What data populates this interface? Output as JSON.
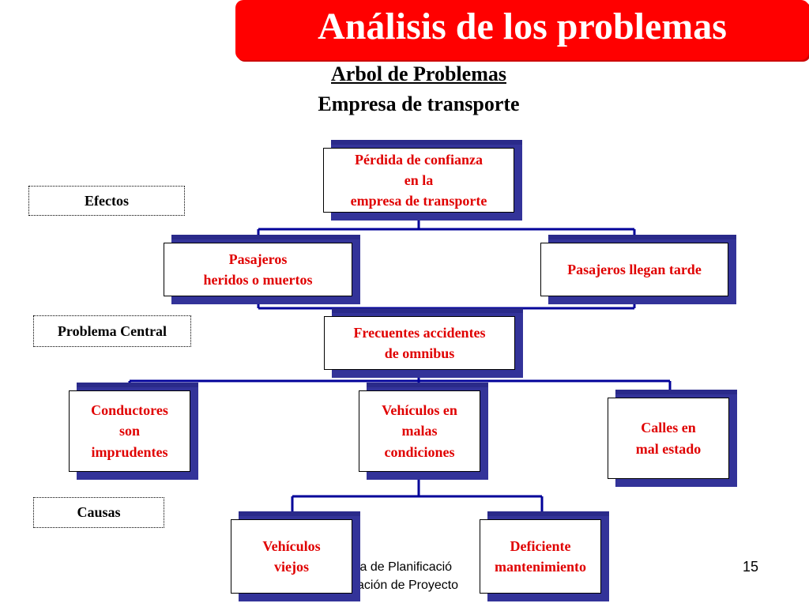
{
  "title": "Análisis de los problemas",
  "subtitle_line1": "Arbol de Problemas",
  "subtitle_line2": "Empresa de transporte",
  "labels": {
    "effects": "Efectos",
    "central": "Problema Central",
    "causes": "Causas"
  },
  "nodes": {
    "top_effect": "Pérdida de confianza\nen la\nempresa de transporte",
    "effect_left": "Pasajeros\nheridos o muertos",
    "effect_right": "Pasajeros llegan tarde",
    "central": "Frecuentes accidentes\nde omnibus",
    "cause_left": "Conductores\nson\nimprudentes",
    "cause_mid": "Vehículos en\nmalas\ncondiciones",
    "cause_right": "Calles en\nmal estado",
    "sub_cause_left": "Vehículos\nviejos",
    "sub_cause_right": "Deficiente\nmantenimiento"
  },
  "footer": {
    "line1": "ia de Planificació",
    "line2": "ación de Proyecto",
    "page_number": "15"
  },
  "colors": {
    "banner": "#ff0000",
    "node_text": "#e00000",
    "connector": "#000099",
    "shadow": "#333399"
  }
}
